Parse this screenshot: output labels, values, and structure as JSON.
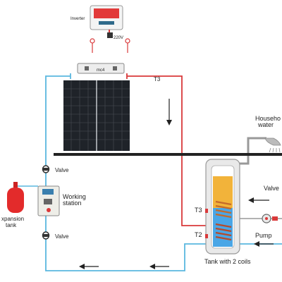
{
  "labels": {
    "inverter": "Inverter",
    "voltage": "220V",
    "controller": "mc4",
    "t3_pipe": "T3",
    "household_line1": "Househo",
    "household_line2": "water",
    "valve_top": "Valve",
    "working_line1": "Working",
    "working_line2": "station",
    "expansion_line1": "xpansion",
    "expansion_line2": "tank",
    "valve_bottom": "Valve",
    "valve_right": "Valve",
    "t3_tank": "T3",
    "t2_tank": "T2",
    "pump": "Pump",
    "tank": "Tank with 2 coils"
  },
  "colors": {
    "cold_pipe": "#5ab7df",
    "hot_pipe": "#d9393a",
    "wire_red": "#d9393a",
    "panel_dark": "#1f2329",
    "hot_water": "#f2b33a",
    "cold_water": "#4aa6e6"
  },
  "icons": [
    "inverter-icon",
    "solar-panel-icon",
    "controller-box-icon",
    "valve-icon",
    "working-station-icon",
    "expansion-tank-icon",
    "tank-icon",
    "shower-head-icon",
    "pump-icon",
    "flow-arrow-icon"
  ]
}
